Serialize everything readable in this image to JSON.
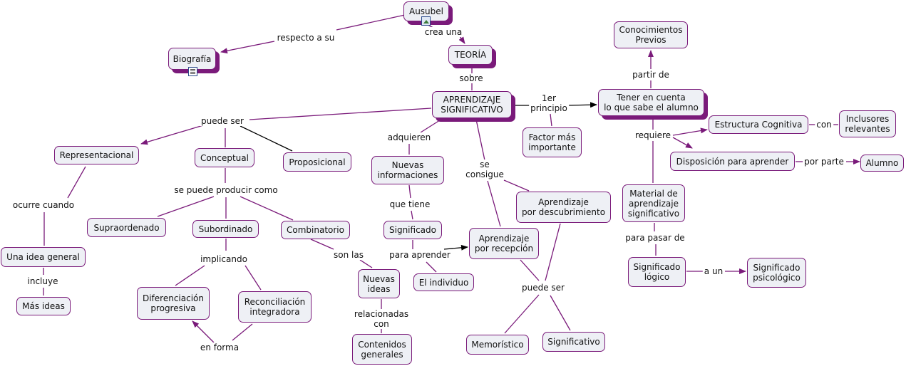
{
  "nodes": {
    "ausubel": "Ausubel",
    "biografia": "Biografía",
    "teoria": "TEORÍA",
    "aprendizaje_significativo": "APRENDIZAJE\nSIGNIFICATIVO",
    "conocimientos_previos": "Conocimientos\nPrevios",
    "tener_en_cuenta": "Tener en cuenta\nlo que sabe el alumno",
    "factor_mas_importante": "Factor más\nimportante",
    "estructura_cognitiva": "Estructura Cognitiva",
    "inclusores_relevantes": "Inclusores\nrelevantes",
    "disposicion": "Disposición para aprender",
    "alumno": "Alumno",
    "material": "Material de\naprendizaje\nsignificativo",
    "significado_logico": "Significado\nlógico",
    "significado_psicologico": "Significado\npsicológico",
    "representacional": "Representacional",
    "conceptual": "Conceptual",
    "proposicional": "Proposicional",
    "nuevas_informaciones": "Nuevas\ninformaciones",
    "aprendizaje_descubrimiento": "Aprendizaje\npor descubrimiento",
    "supraordenado": "Supraordenado",
    "subordinado": "Subordinado",
    "combinatorio": "Combinatorio",
    "significado": "Significado",
    "aprendizaje_recepcion": "Aprendizaje\npor recepción",
    "una_idea_general": "Una idea general",
    "mas_ideas": "Más ideas",
    "diferenciacion": "Diferenciación\nprogresiva",
    "reconciliacion": "Reconciliación\nintegradora",
    "nuevas_ideas": "Nuevas\nideas",
    "el_individuo": "El individuo",
    "contenidos_generales": "Contenidos\ngenerales",
    "memoristico": "Memorístico",
    "significativo": "Significativo"
  },
  "links": {
    "respecto_a_su": "respecto a su",
    "crea_una": "crea una",
    "sobre": "sobre",
    "primer_principio": "1er\nprincipio",
    "partir_de": "partir de",
    "requiere": "requiere",
    "con": "con",
    "por_parte": "por parte",
    "para_pasar_de": "para pasar de",
    "a_un": "a un",
    "puede_ser_1": "puede ser",
    "adquieren": "adquieren",
    "se_consigue": "se\nconsigue",
    "ocurre_cuando": "ocurre cuando",
    "se_puede_producir_como": "se puede producir como",
    "que_tiene": "que tiene",
    "incluye": "incluye",
    "implicando": "implicando",
    "son_las": "son las",
    "para_aprender": "para aprender",
    "puede_ser_2": "puede ser",
    "relacionadas_con": "relacionadas\ncon",
    "en_forma": "en forma"
  },
  "icons": {
    "ausubel": "image-icon",
    "biografia": "document-icon"
  },
  "colors": {
    "accent": "#7a1a7a",
    "node_fill": "#eef0f5",
    "black_link": "#000000"
  }
}
